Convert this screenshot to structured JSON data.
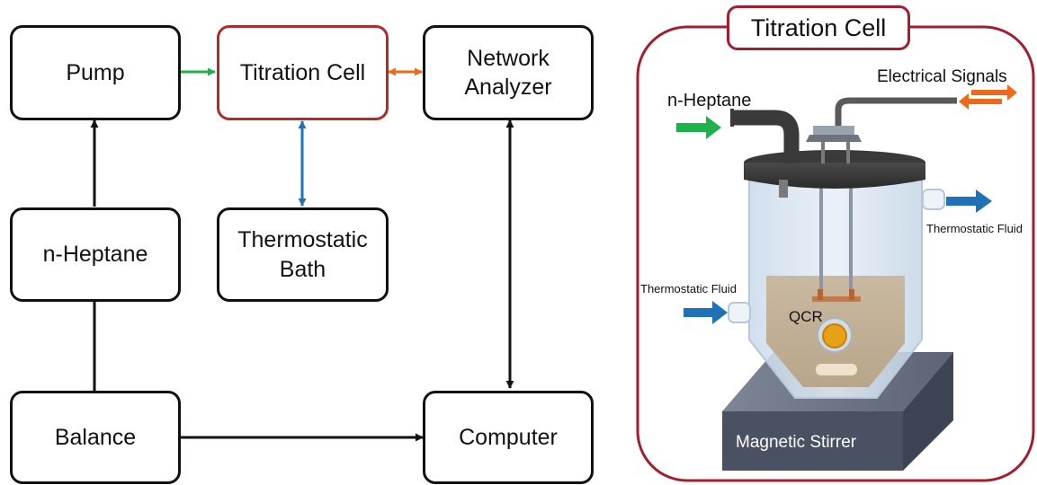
{
  "flow": {
    "pump": "Pump",
    "titration_cell": "Titration Cell",
    "network_analyzer": "Network\nAnalyzer",
    "n_heptane": "n-Heptane",
    "thermostatic_bath": "Thermostatic\nBath",
    "balance": "Balance",
    "computer": "Computer"
  },
  "cell": {
    "title": "Titration Cell",
    "n_heptane": "n-Heptane",
    "electrical_signals": "Electrical Signals",
    "thermostatic_fluid_in": "Thermostatic Fluid",
    "thermostatic_fluid_out": "Thermostatic Fluid",
    "qcr": "QCR",
    "magnetic_stirrer": "Magnetic Stirrer"
  },
  "colors": {
    "green_arrow": "#1fb14b",
    "orange_arrow": "#ee6a1a",
    "blue_arrow": "#1f72b8",
    "frame_red": "#a51d2d"
  }
}
